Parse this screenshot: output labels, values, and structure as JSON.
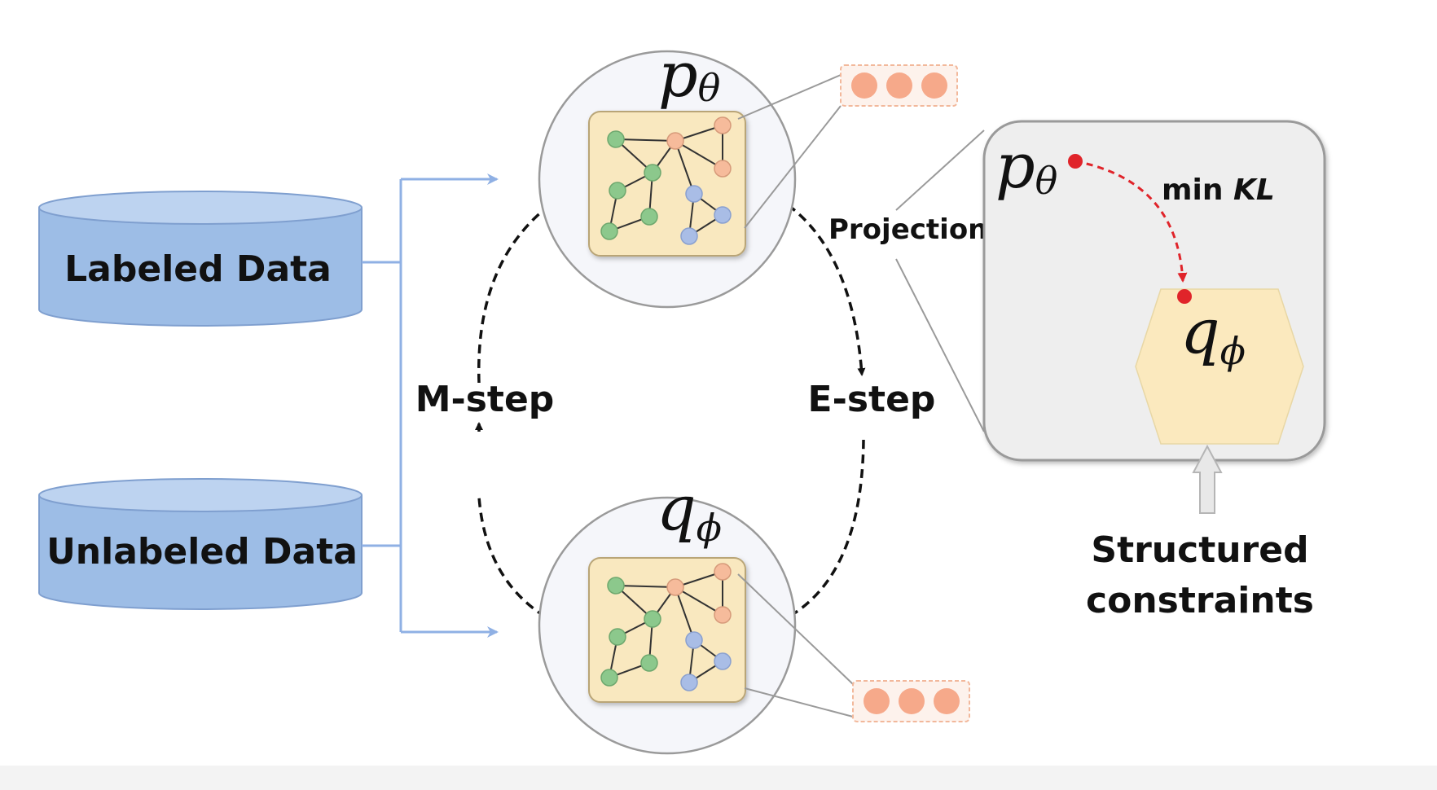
{
  "data_sources": {
    "labeled": "Labeled Data",
    "unlabeled": "Unlabeled Data"
  },
  "models": {
    "p_symbol": "p",
    "p_subscript": "θ",
    "q_symbol": "q",
    "q_subscript": "ϕ"
  },
  "steps": {
    "m_step": "M-step",
    "e_step": "E-step"
  },
  "projection": {
    "label": "Projection",
    "min_kl_prefix": "min ",
    "min_kl_term": "KL"
  },
  "constraints": {
    "line1": "Structured",
    "line2": "constraints"
  },
  "colors": {
    "cylinder": "#9dbde6",
    "cylinder_top": "#bdd3f0",
    "graph_bg": "#f9e8bf",
    "node_green": "#8cc88c",
    "node_orange": "#f6bb9b",
    "node_blue": "#a9bde6",
    "arrow_red": "#e0242a",
    "hexagon": "#fbe9be",
    "panel_bg": "#eeeeee",
    "connector_blue": "#8fb0e4"
  }
}
